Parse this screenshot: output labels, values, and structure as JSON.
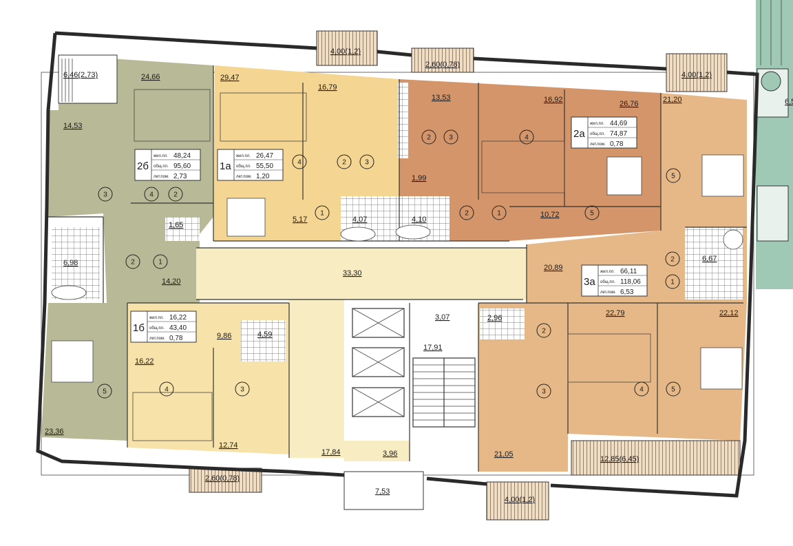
{
  "colors": {
    "apt_2b": "#b8b996",
    "apt_1a": "#f4d592",
    "apt_2a": "#d5956a",
    "apt_3a": "#e7b887",
    "apt_1b": "#f7e3a9",
    "common": "#f8ecc2",
    "green_neighbor": "#9fc9b4"
  },
  "legend_labels": {
    "living": "жил.пл.",
    "total": "общ.пл.",
    "summer": "лет.пом."
  },
  "apartments": [
    {
      "id": "2б",
      "living": "48,24",
      "total": "95,60",
      "summer": "2,73"
    },
    {
      "id": "1а",
      "living": "26,47",
      "total": "55,50",
      "summer": "1,20"
    },
    {
      "id": "2а",
      "living": "44,69",
      "total": "74,87",
      "summer": "0,78"
    },
    {
      "id": "3а",
      "living": "66,11",
      "total": "118,06",
      "summer": "6,53"
    },
    {
      "id": "1б",
      "living": "16,22",
      "total": "43,40",
      "summer": "0,78"
    }
  ],
  "rooms": [
    {
      "label": "6,46(2,73)"
    },
    {
      "label": "24,66"
    },
    {
      "label": "14,53"
    },
    {
      "label": "1,65"
    },
    {
      "label": "6,98"
    },
    {
      "label": "14,20"
    },
    {
      "label": "23,36"
    },
    {
      "label": "29,47"
    },
    {
      "label": "16,79"
    },
    {
      "label": "5,17"
    },
    {
      "label": "4,07"
    },
    {
      "label": "13,53"
    },
    {
      "label": "1,99"
    },
    {
      "label": "16,92"
    },
    {
      "label": "26,76"
    },
    {
      "label": "4,10"
    },
    {
      "label": "10,72"
    },
    {
      "label": "21,20"
    },
    {
      "label": "20,89"
    },
    {
      "label": "6,67"
    },
    {
      "label": "22,79"
    },
    {
      "label": "22,12"
    },
    {
      "label": "2,96"
    },
    {
      "label": "21,05"
    },
    {
      "label": "33,30"
    },
    {
      "label": "3,07"
    },
    {
      "label": "17,91"
    },
    {
      "label": "17,84"
    },
    {
      "label": "3,96"
    },
    {
      "label": "16,22"
    },
    {
      "label": "9,86"
    },
    {
      "label": "4,59"
    },
    {
      "label": "12,74"
    },
    {
      "label": "4,00(1,2)"
    },
    {
      "label": "2,60(0,78)"
    },
    {
      "label": "4,00(1,2)"
    },
    {
      "label": "12,85(6,45)"
    },
    {
      "label": "2,60(0,78)"
    },
    {
      "label": "7,53"
    },
    {
      "label": "4,00(1,2)"
    },
    {
      "label": "6,5"
    }
  ],
  "circle_numbers": [
    "1",
    "2",
    "3",
    "4",
    "5"
  ]
}
